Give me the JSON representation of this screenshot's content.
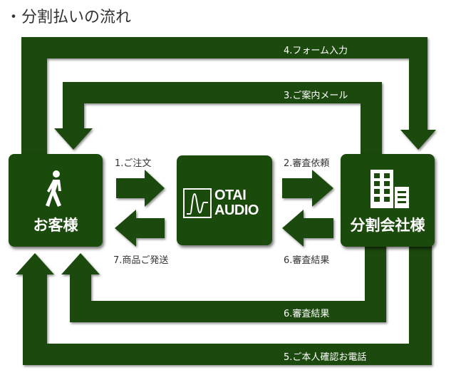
{
  "title": "・分割払いの流れ",
  "colors": {
    "primary": "#1b4a0d",
    "text": "#333333",
    "line_label": "#ffffff"
  },
  "nodes": {
    "customer": {
      "label": "お客様",
      "icon": "walking-person-icon"
    },
    "shop": {
      "logo_line1": "OTAI",
      "logo_line2": "AUDIO",
      "icon": "waveform-logo-icon"
    },
    "finance": {
      "label": "分割会社様",
      "icon": "building-icon"
    }
  },
  "steps": {
    "s1": "1.ご注文",
    "s2": "2.審査依頼",
    "s3": "3.ご案内メール",
    "s4": "4.フォーム入力",
    "s5": "5.ご本人確認お電話",
    "s6a": "6.審査結果",
    "s6b": "6.審査結果",
    "s7": "7.商品ご発送"
  }
}
